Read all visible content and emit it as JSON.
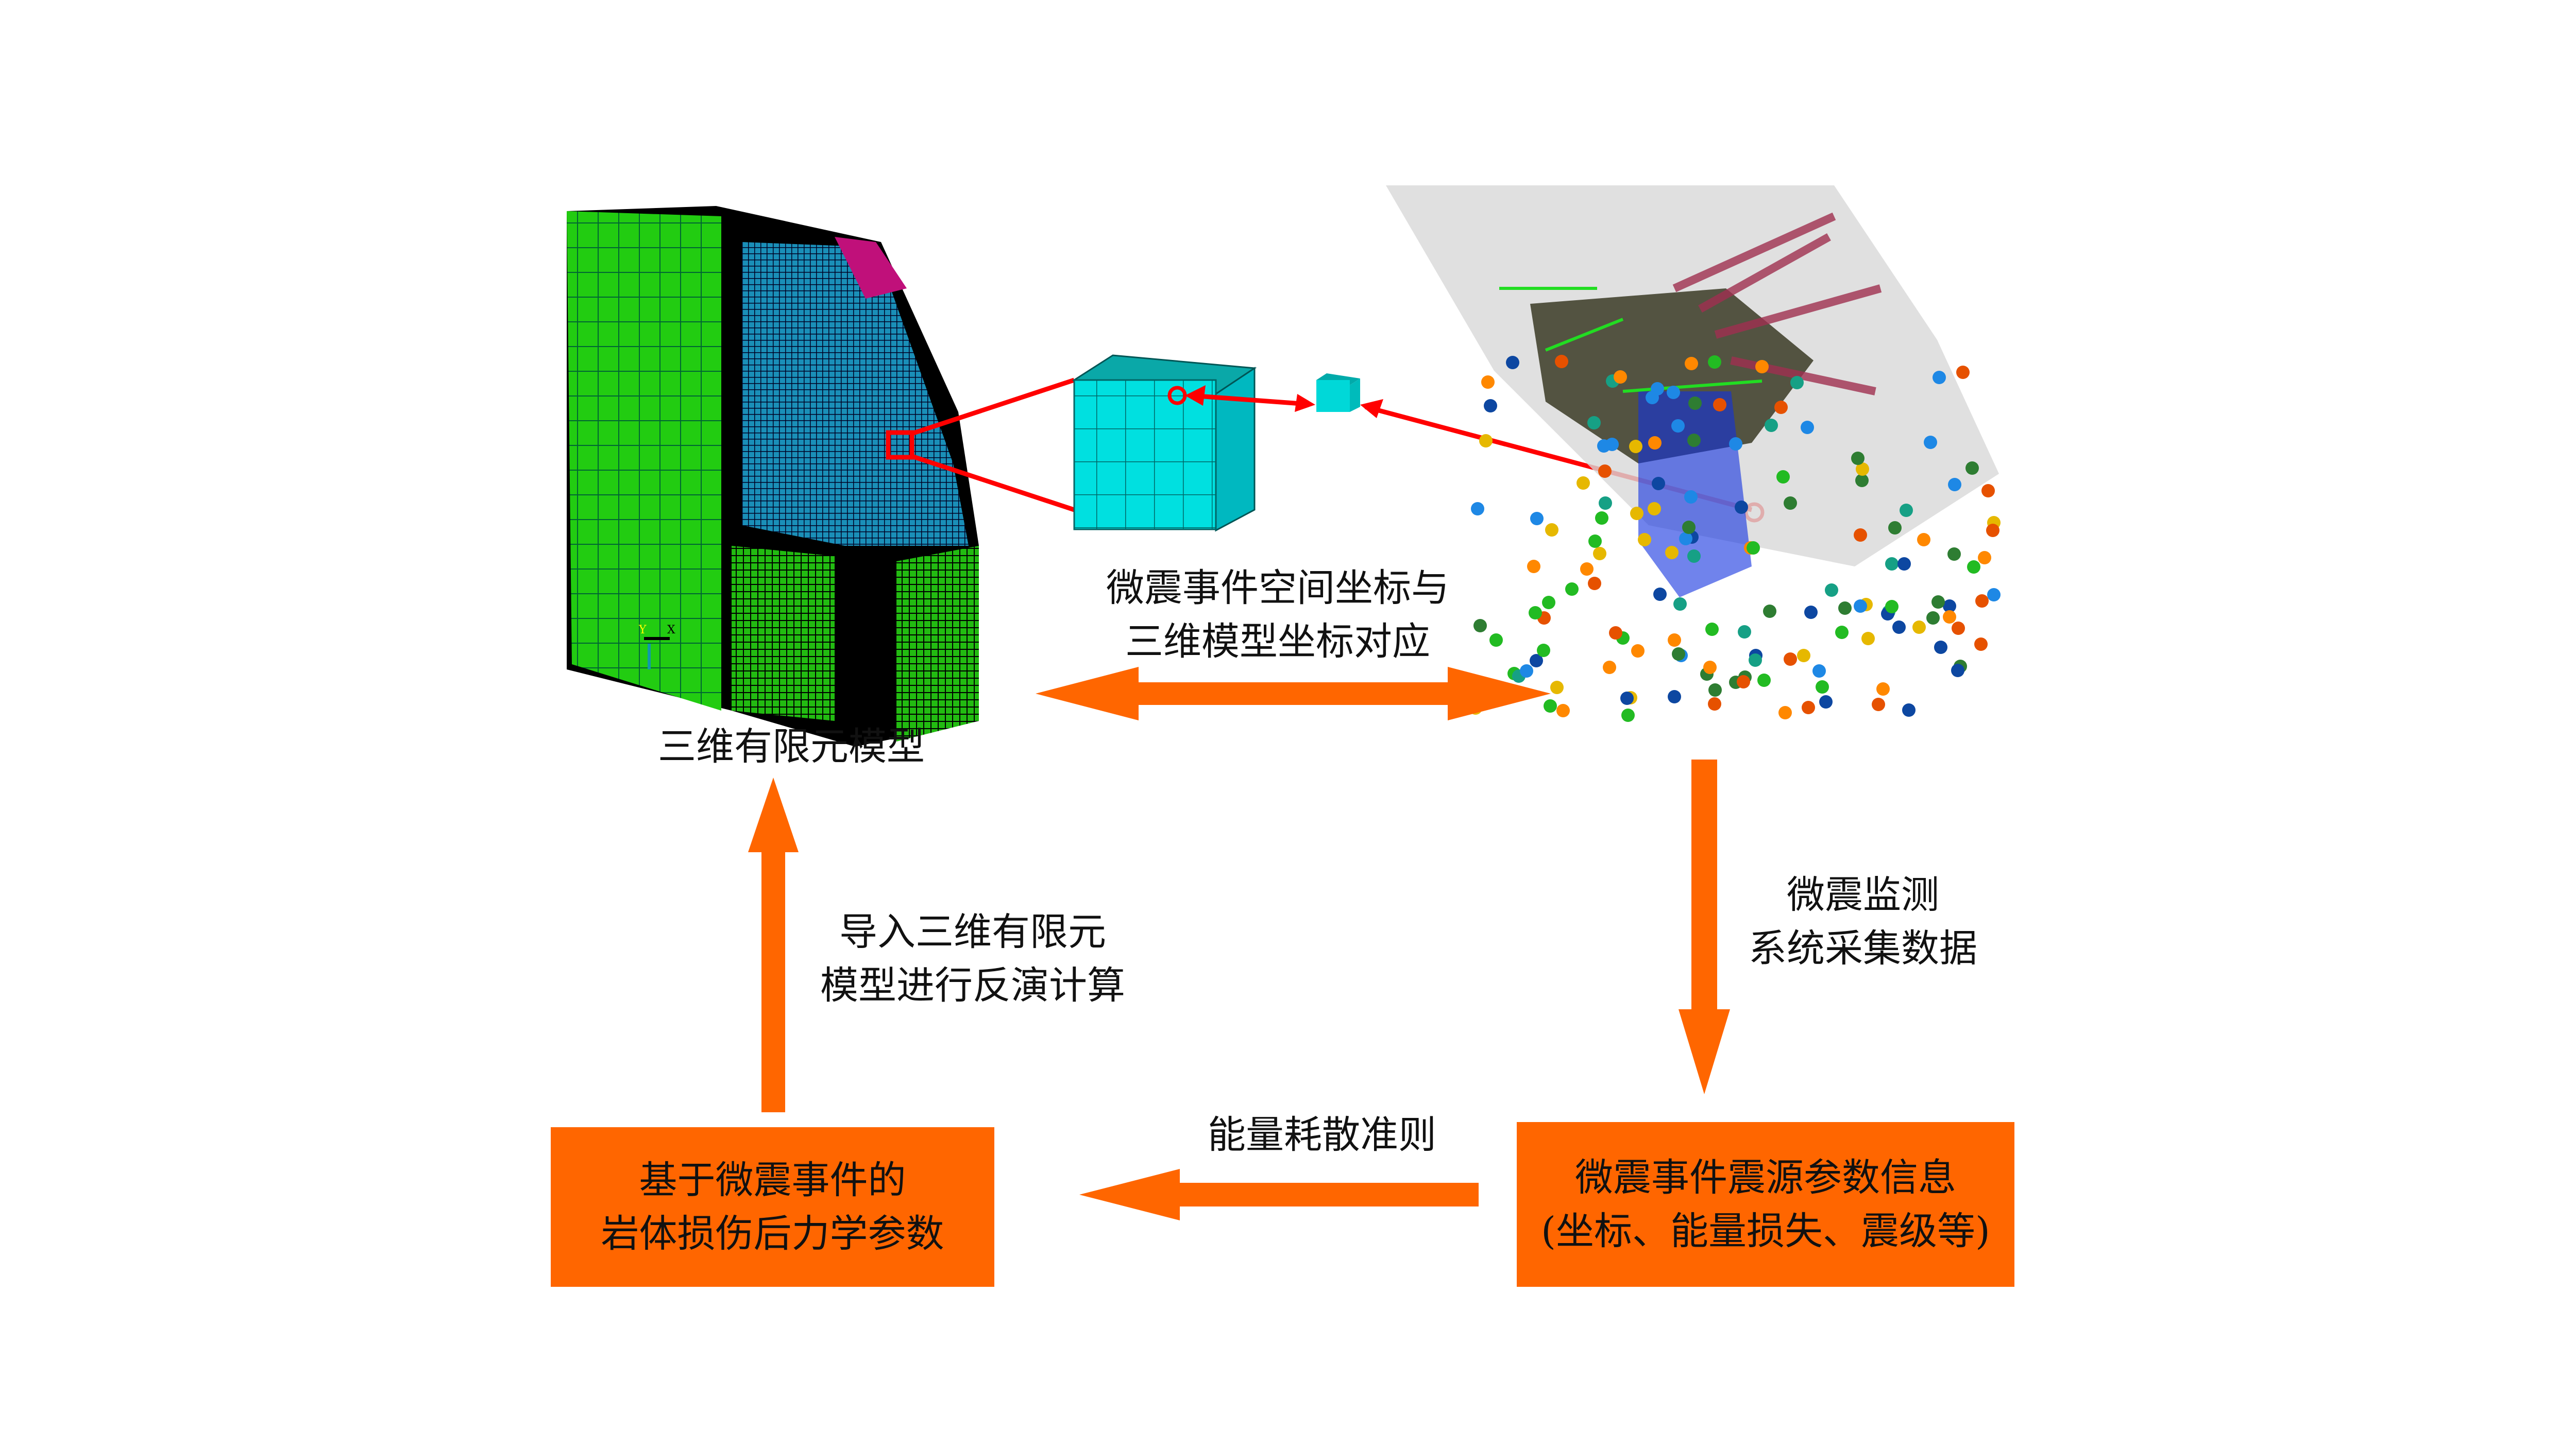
{
  "colors": {
    "arrow": "#ff6600",
    "box": "#ff6600",
    "callout": "#ff0000",
    "mesh_green": "#22cc11",
    "mesh_blue": "#1a8fb8",
    "cube": "#00e0e0"
  },
  "fe_model": {
    "label": "三维有限元模型",
    "axis_labels": [
      "Y",
      "X"
    ]
  },
  "mapping": {
    "line1": "微震事件空间坐标与",
    "line2": "三维模型坐标对应"
  },
  "monitoring": {
    "line1": "微震监测",
    "line2": "系统采集数据"
  },
  "source_box": {
    "line1": "微震事件震源参数信息",
    "line2": "(坐标、能量损失、震级等)"
  },
  "criterion": {
    "label": "能量耗散准则"
  },
  "damage_box": {
    "line1": "基于微震事件的",
    "line2": "岩体损伤后力学参数"
  },
  "inversion": {
    "line1": "导入三维有限元",
    "line2": "模型进行反演计算"
  }
}
